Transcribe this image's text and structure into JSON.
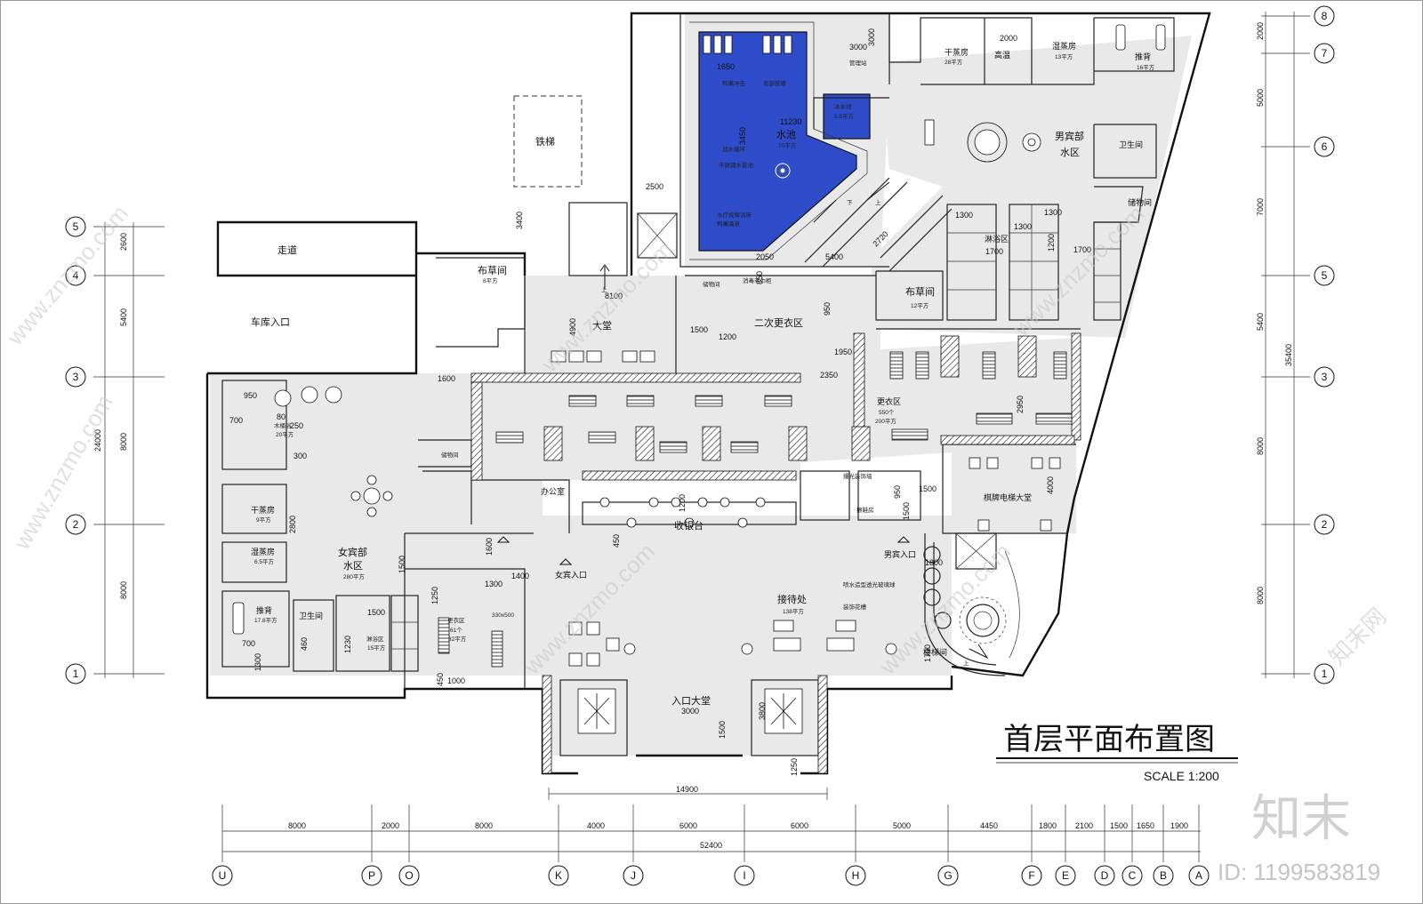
{
  "drawing": {
    "title": "首层平面布置图",
    "scale": "SCALE 1:200"
  },
  "rooms": {
    "pool": "水池",
    "pool_area": "70平方",
    "cold_pool": "冰水池",
    "cold_pool_area": "5.5平方",
    "mens_water": "男宾部",
    "mens_water2": "水区",
    "mens_dry": "干蒸房",
    "mens_dry_area": "28平方",
    "high_temp": "高温",
    "mens_wet": "湿蒸房",
    "mens_wet_area": "13平方",
    "massage_m": "推背",
    "massage_m_area": "16平方",
    "toilet_m": "卫生间",
    "storage_m": "储物间",
    "shower_m": "淋浴区",
    "linen_m": "布草间",
    "linen_m_area": "12平方",
    "mgmt": "管理站",
    "lift": "铁梯",
    "corridor": "走道",
    "garage": "车库入口",
    "linen_w": "布草间",
    "linen_w_area": "8平方",
    "hall": "大堂",
    "secondary_change": "二次更衣区",
    "storage_c": "储物间",
    "disinfect": "消毒毛巾柜",
    "change_m": "更衣区",
    "change_m_count": "550个",
    "change_m_area": "200平方",
    "chess_lift": "棋牌电梯大堂",
    "office": "办公室",
    "cashier": "收银台",
    "storage_w": "储物间",
    "womens_water": "女宾部",
    "womens_water2": "水区",
    "womens_area": "280平方",
    "wood_bath": "木桶浴",
    "wood_bath_area": "20平方",
    "dry_w": "干蒸房",
    "dry_w_area": "9平方",
    "wet_w": "湿蒸房",
    "wet_w_area": "6.5平方",
    "massage_w": "推背",
    "massage_w_area": "17.8平方",
    "toilet_w": "卫生间",
    "shower_w": "淋浴区",
    "shower_w_area": "15平方",
    "change_w": "更衣区",
    "change_w_count": "61个",
    "change_w_area": "32平方",
    "womens_entry": "女宾入口",
    "mens_entry": "男宾入口",
    "reception": "接待处",
    "reception_area": "138平方",
    "fountain": "喷水造型透光玻璃球",
    "flowers": "装饰花槽",
    "stair": "楼梯间",
    "entrance": "入口大堂",
    "shoe_shine": "擦鞋房",
    "decor_wall": "爆光装饰墙",
    "up": "上",
    "down": "下",
    "ding_count": "330x500"
  },
  "pool_notes": {
    "a": "鸭嘴冲击",
    "b": "背部按摩",
    "c": "池水循环",
    "d": "不锈钢水景池",
    "e": "水疗按摩浴床",
    "f": "鸭嘴涌泉"
  },
  "dims": {
    "d1650": "1650",
    "d11230": "11230",
    "d3450": "3450",
    "d2500": "2500",
    "d2050": "2050",
    "d5400": "5400",
    "d2720": "2720",
    "d3400": "3400",
    "d8100": "8100",
    "d4900": "4900",
    "d1500": "1500",
    "d1200": "1200",
    "d850": "850",
    "d950": "950",
    "d1950": "1950",
    "d2350": "2350",
    "d1600": "1600",
    "d2950": "2950",
    "d1300": "1300",
    "d1700": "1700",
    "d3000": "3000",
    "d2000": "2000",
    "d4000": "4000",
    "d1400": "1400",
    "d1250": "1250",
    "d1000": "1000",
    "d3800": "3800",
    "d14900": "14900",
    "d450": "450",
    "d700": "700",
    "d300": "300",
    "d80": "80",
    "d250": "250",
    "d460": "460",
    "d1230": "1230",
    "d1800": "1800",
    "d2800": "2800"
  },
  "grid_left": {
    "labels": [
      "5",
      "4",
      "3",
      "2",
      "1"
    ],
    "spans": [
      "2600",
      "5400",
      "8000",
      "8000"
    ],
    "total": "24000"
  },
  "grid_right": {
    "labels": [
      "8",
      "7",
      "6",
      "5",
      "3",
      "2",
      "1"
    ],
    "spans": [
      "2000",
      "5000",
      "7000",
      "5400",
      "8000",
      "8000"
    ],
    "total": "35400"
  },
  "grid_bottom": {
    "labels": [
      "U",
      "P",
      "O",
      "K",
      "J",
      "I",
      "H",
      "G",
      "F",
      "E",
      "D",
      "C",
      "B",
      "A"
    ],
    "spans": [
      "8000",
      "2000",
      "8000",
      "4000",
      "6000",
      "6000",
      "5000",
      "4450",
      "1800",
      "2100",
      "1500",
      "1650",
      "1900"
    ],
    "total": "52400"
  },
  "watermark": {
    "site": "www.znzmo.com",
    "logo": "知末",
    "brand": "知末网",
    "id": "ID: 1199583819"
  }
}
